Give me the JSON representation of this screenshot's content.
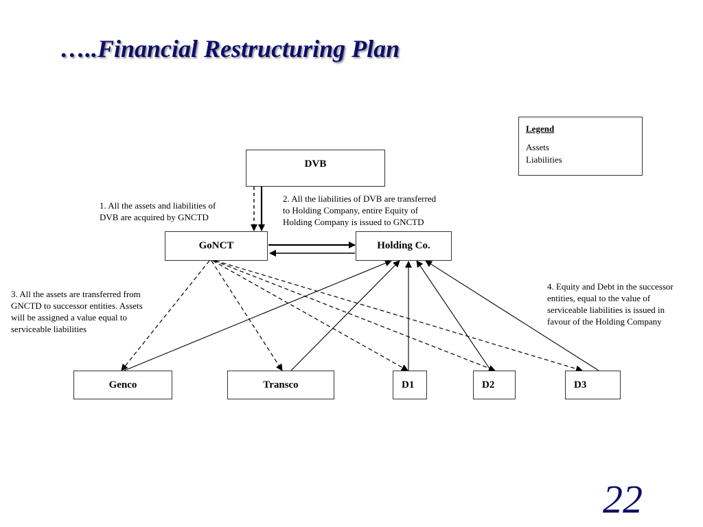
{
  "slide": {
    "title": "…..Financial Restructuring Plan",
    "page_number": "22"
  },
  "nodes": {
    "dvb": "DVB",
    "gonct": "GoNCT",
    "holding": "Holding Co.",
    "genco": "Genco",
    "transco": "Transco",
    "d1": "D1",
    "d2": "D2",
    "d3": "D3"
  },
  "notes": {
    "note1": [
      "1. All the assets and liabilities of",
      "DVB are acquired by GNCTD"
    ],
    "note2": [
      "2. All the liabilities of DVB are transferred",
      "to Holding Company, entire Equity of",
      "Holding Company is issued to GNCTD"
    ],
    "note3": [
      "3. All the assets are transferred from",
      "GNCTD to successor entities. Assets",
      "will be assigned a value equal to",
      "serviceable liabilities"
    ],
    "note4": [
      "4. Equity and Debt in the successor",
      "entities, equal to the value of",
      "serviceable liabilities is issued in",
      "favour of the Holding Company"
    ]
  },
  "legend": {
    "title": "Legend",
    "assets_label": "Assets",
    "liabilities_label": "Liabilities"
  }
}
